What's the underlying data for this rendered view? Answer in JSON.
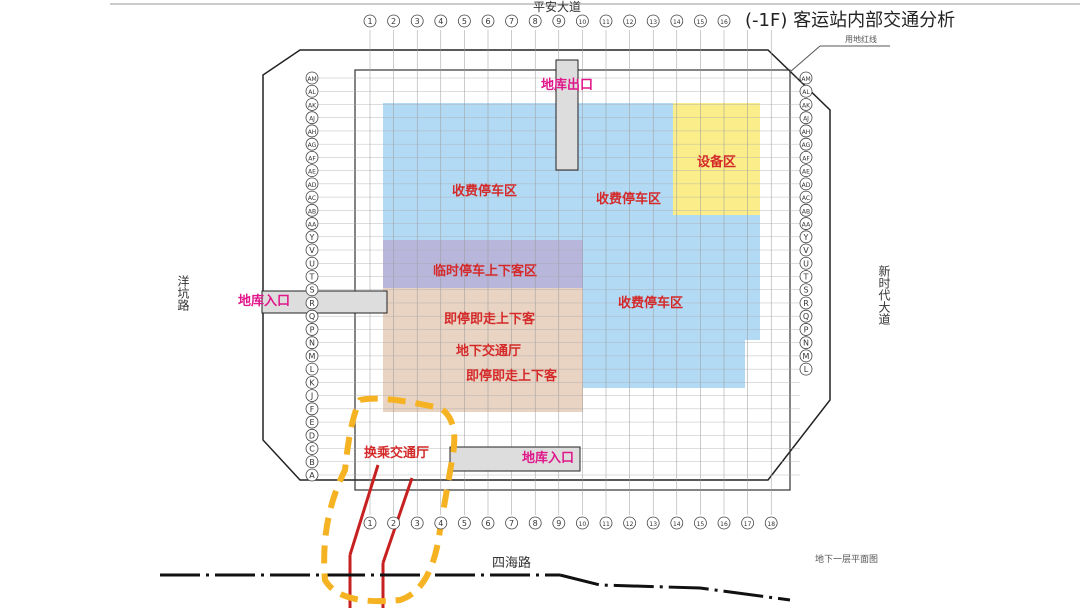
{
  "title": "(-1F) 客运站内部交通分析",
  "roads": {
    "top": "平安大道",
    "left": "洋坑路",
    "right": "新时代大道",
    "bottom": "四海路"
  },
  "annotations": {
    "red_line": "用地红线",
    "plan_name": "地下一层平面图"
  },
  "zones": {
    "garage_exit": "地库出口",
    "equipment": "设备区",
    "paid_parking_1": "收费停车区",
    "paid_parking_2": "收费停车区",
    "paid_parking_3": "收费停车区",
    "temp_parking": "临时停车上下客区",
    "kiss_ride_1": "即停即走上下客",
    "underground_hall": "地下交通厅",
    "kiss_ride_2": "即停即走上下客",
    "garage_entry_left": "地库入口",
    "garage_entry_bottom": "地库入口",
    "transfer_hall": "换乘交通厅"
  },
  "colors": {
    "paid_parking": "#b3daf5",
    "equipment": "#fbee8a",
    "temp_parking": "#b9b6dc",
    "kiss_ride": "#e9d3c2",
    "highlight_dash": "#f5b324",
    "red_text": "#d42a2a",
    "magenta_text": "#e0178a"
  },
  "grid": {
    "top_columns": [
      "1",
      "2",
      "3",
      "4",
      "5",
      "6",
      "7",
      "8",
      "9",
      "10",
      "11",
      "12",
      "13",
      "14",
      "15",
      "16"
    ],
    "bottom_columns": [
      "1",
      "2",
      "3",
      "4",
      "5",
      "6",
      "7",
      "8",
      "9",
      "10",
      "11",
      "12",
      "13",
      "14",
      "15",
      "16",
      "17",
      "18"
    ],
    "rows": [
      "AM",
      "AL",
      "AK",
      "AJ",
      "AH",
      "AG",
      "AF",
      "AE",
      "AD",
      "AC",
      "AB",
      "AA",
      "Y",
      "V",
      "U",
      "T",
      "S",
      "R",
      "Q",
      "P",
      "N",
      "M",
      "L",
      "K",
      "J",
      "F",
      "E",
      "D",
      "C",
      "B",
      "A"
    ]
  }
}
